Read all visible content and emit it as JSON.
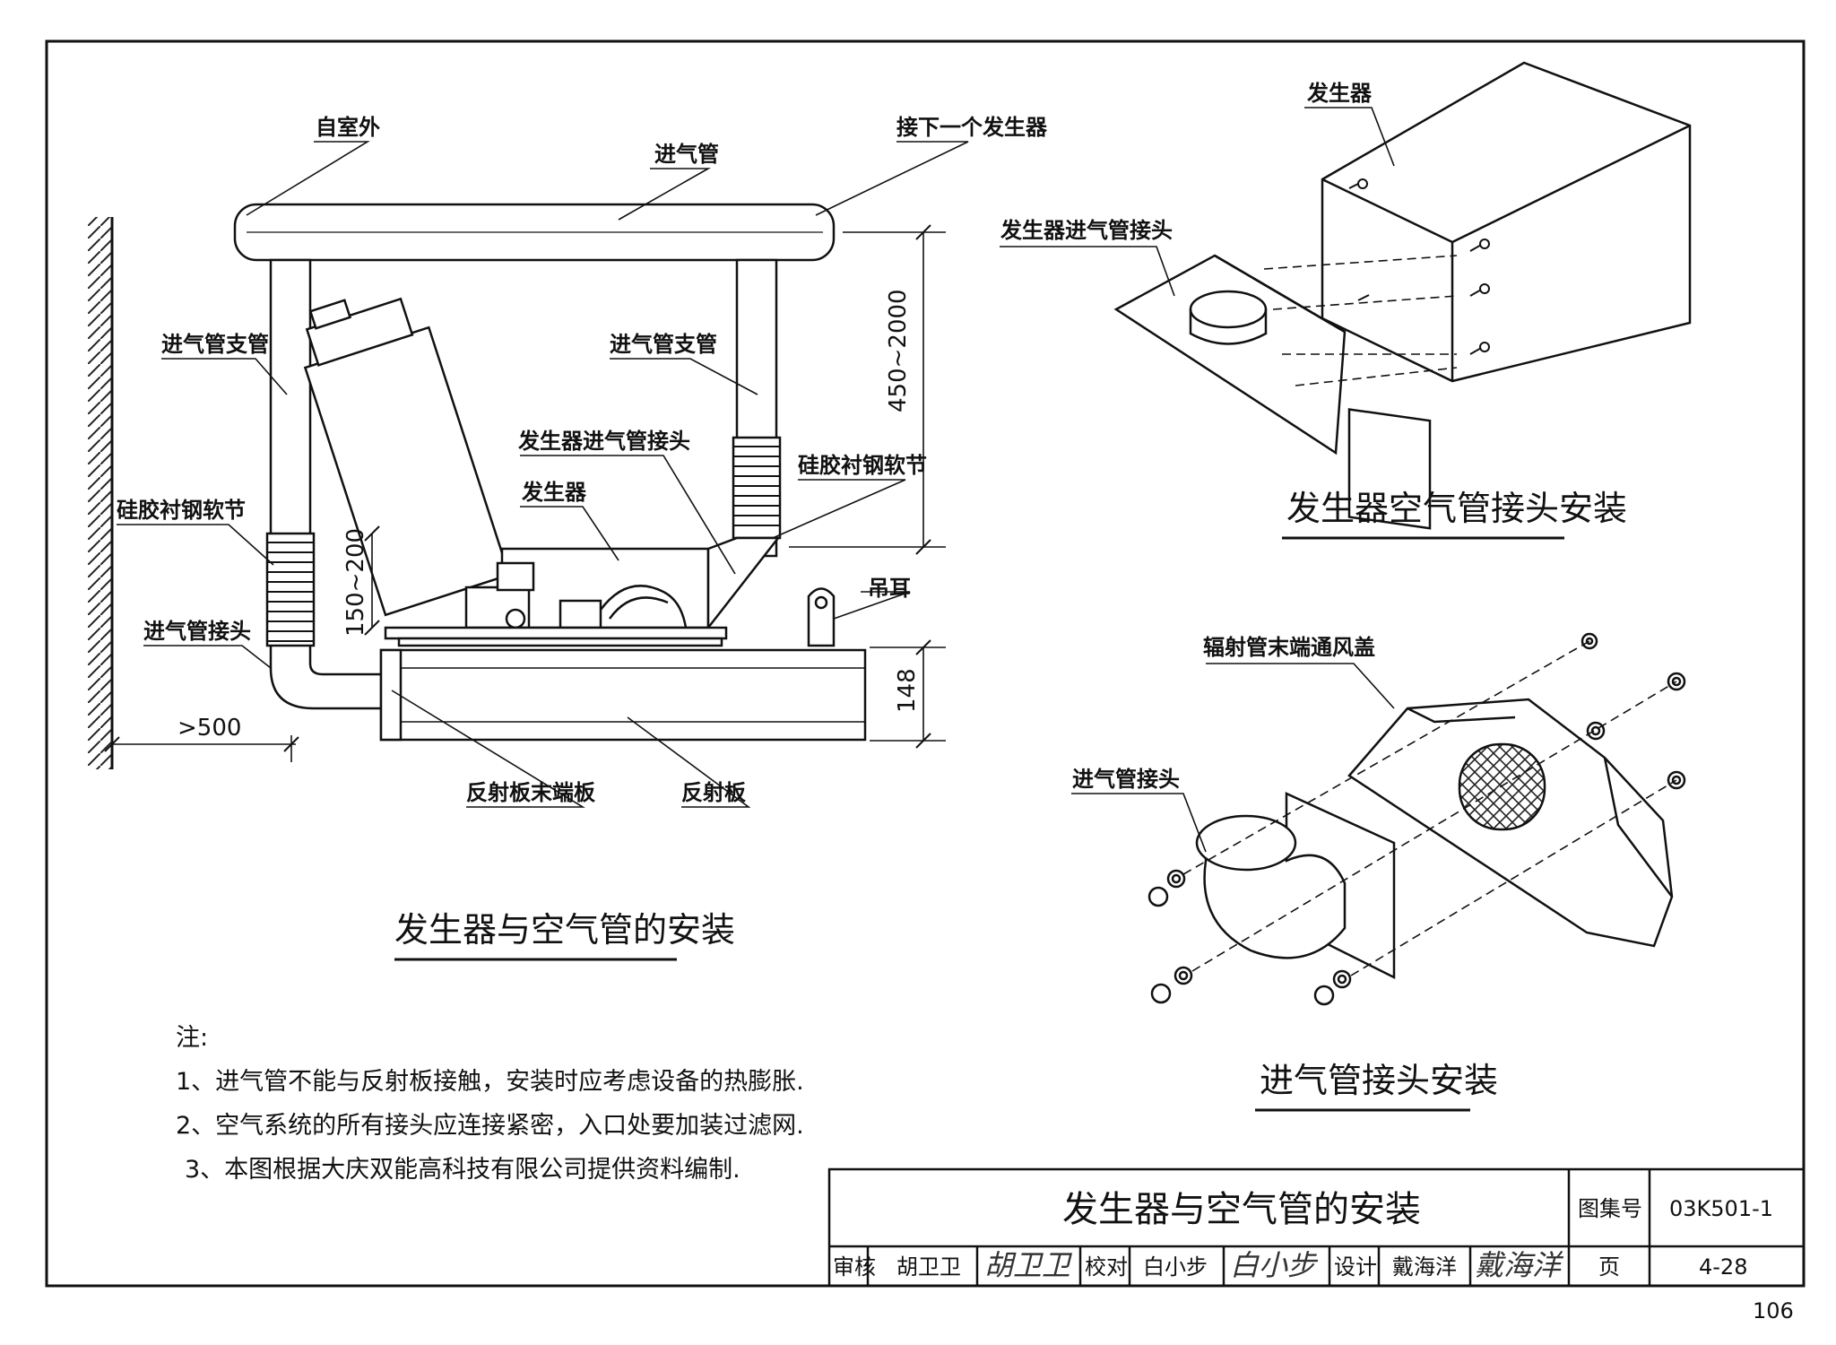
{
  "left_view": {
    "title": "发生器与空气管的安装",
    "labels": {
      "from_outdoor": "自室外",
      "intake_pipe": "进气管",
      "to_next_generator": "接下一个发生器",
      "branch_left": "进气管支管",
      "branch_right": "进气管支管",
      "connector": "发生器进气管接头",
      "generator": "发生器",
      "flex_left": "硅胶衬钢软节",
      "flex_right": "硅胶衬钢软节",
      "intake_joint": "进气管接头",
      "lifting_lug": "吊耳",
      "reflector_end": "反射板末端板",
      "reflector": "反射板"
    },
    "dimensions": {
      "height_range": "450~2000",
      "gap": "150~200",
      "reflector_height": "148",
      "wall_clearance": ">500"
    }
  },
  "top_right_view": {
    "title": "发生器空气管接头安装",
    "labels": {
      "generator": "发生器",
      "connector": "发生器进气管接头"
    }
  },
  "bottom_right_view": {
    "title": "进气管接头安装",
    "labels": {
      "end_cap": "辐射管末端通风盖",
      "intake_joint": "进气管接头"
    }
  },
  "notes": {
    "heading": "注:",
    "items": [
      "1、进气管不能与反射板接触，安装时应考虑设备的热膨胀.",
      "2、空气系统的所有接头应连接紧密，入口处要加装过滤网.",
      "3、本图根据大庆双能高科技有限公司提供资料编制."
    ]
  },
  "title_block": {
    "title": "发生器与空气管的安装",
    "atlas_label": "图集号",
    "atlas_no": "03K501-1",
    "review_label": "审核",
    "reviewer": "胡卫卫",
    "reviewer_sig": "胡卫卫",
    "check_label": "校对",
    "checker": "白小步",
    "checker_sig": "白小步",
    "design_label": "设计",
    "designer": "戴海洋",
    "designer_sig": "戴海洋",
    "page_label": "页",
    "page_no": "4-28"
  },
  "page_number": "106"
}
